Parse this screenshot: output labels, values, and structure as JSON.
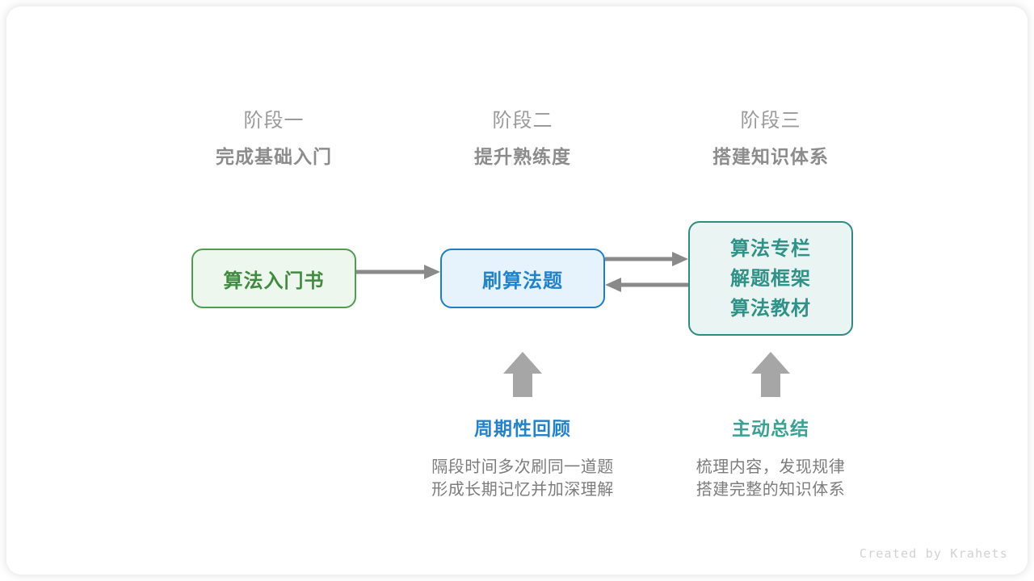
{
  "stages": [
    {
      "kicker": "阶段一",
      "title": "完成基础入门"
    },
    {
      "kicker": "阶段二",
      "title": "提升熟练度"
    },
    {
      "kicker": "阶段三",
      "title": "搭建知识体系"
    }
  ],
  "nodes": {
    "book": {
      "label": "算法入门书",
      "border_color": "#4f9d4f",
      "fill_color": "#eef7ee",
      "text_color": "#418a41"
    },
    "practice": {
      "label": "刷算法题",
      "border_color": "#1f7dc4",
      "fill_color": "#e6f3fd",
      "text_color": "#2383c9"
    },
    "resources": {
      "lines": [
        "算法专栏",
        "解题框架",
        "算法教材"
      ],
      "border_color": "#2e8b82",
      "fill_color": "#eaf5f3",
      "text_color": "#2f9187"
    }
  },
  "connectors": {
    "color": "#8a8a8a",
    "book_to_practice": "arrow-right",
    "practice_to_resources": "arrow-right",
    "resources_to_practice": "arrow-left",
    "review_up": "arrow-up",
    "summary_up": "arrow-up"
  },
  "annotations": [
    {
      "title": "周期性回顾",
      "title_color": "#2383c9",
      "line1": "隔段时间多次刷同一道题",
      "line2": "形成长期记忆并加深理解"
    },
    {
      "title": "主动总结",
      "title_color": "#3aa193",
      "line1": "梳理内容，发现规律",
      "line2": "搭建完整的知识体系"
    }
  ],
  "footer": {
    "credit": "Created by Krahets"
  }
}
